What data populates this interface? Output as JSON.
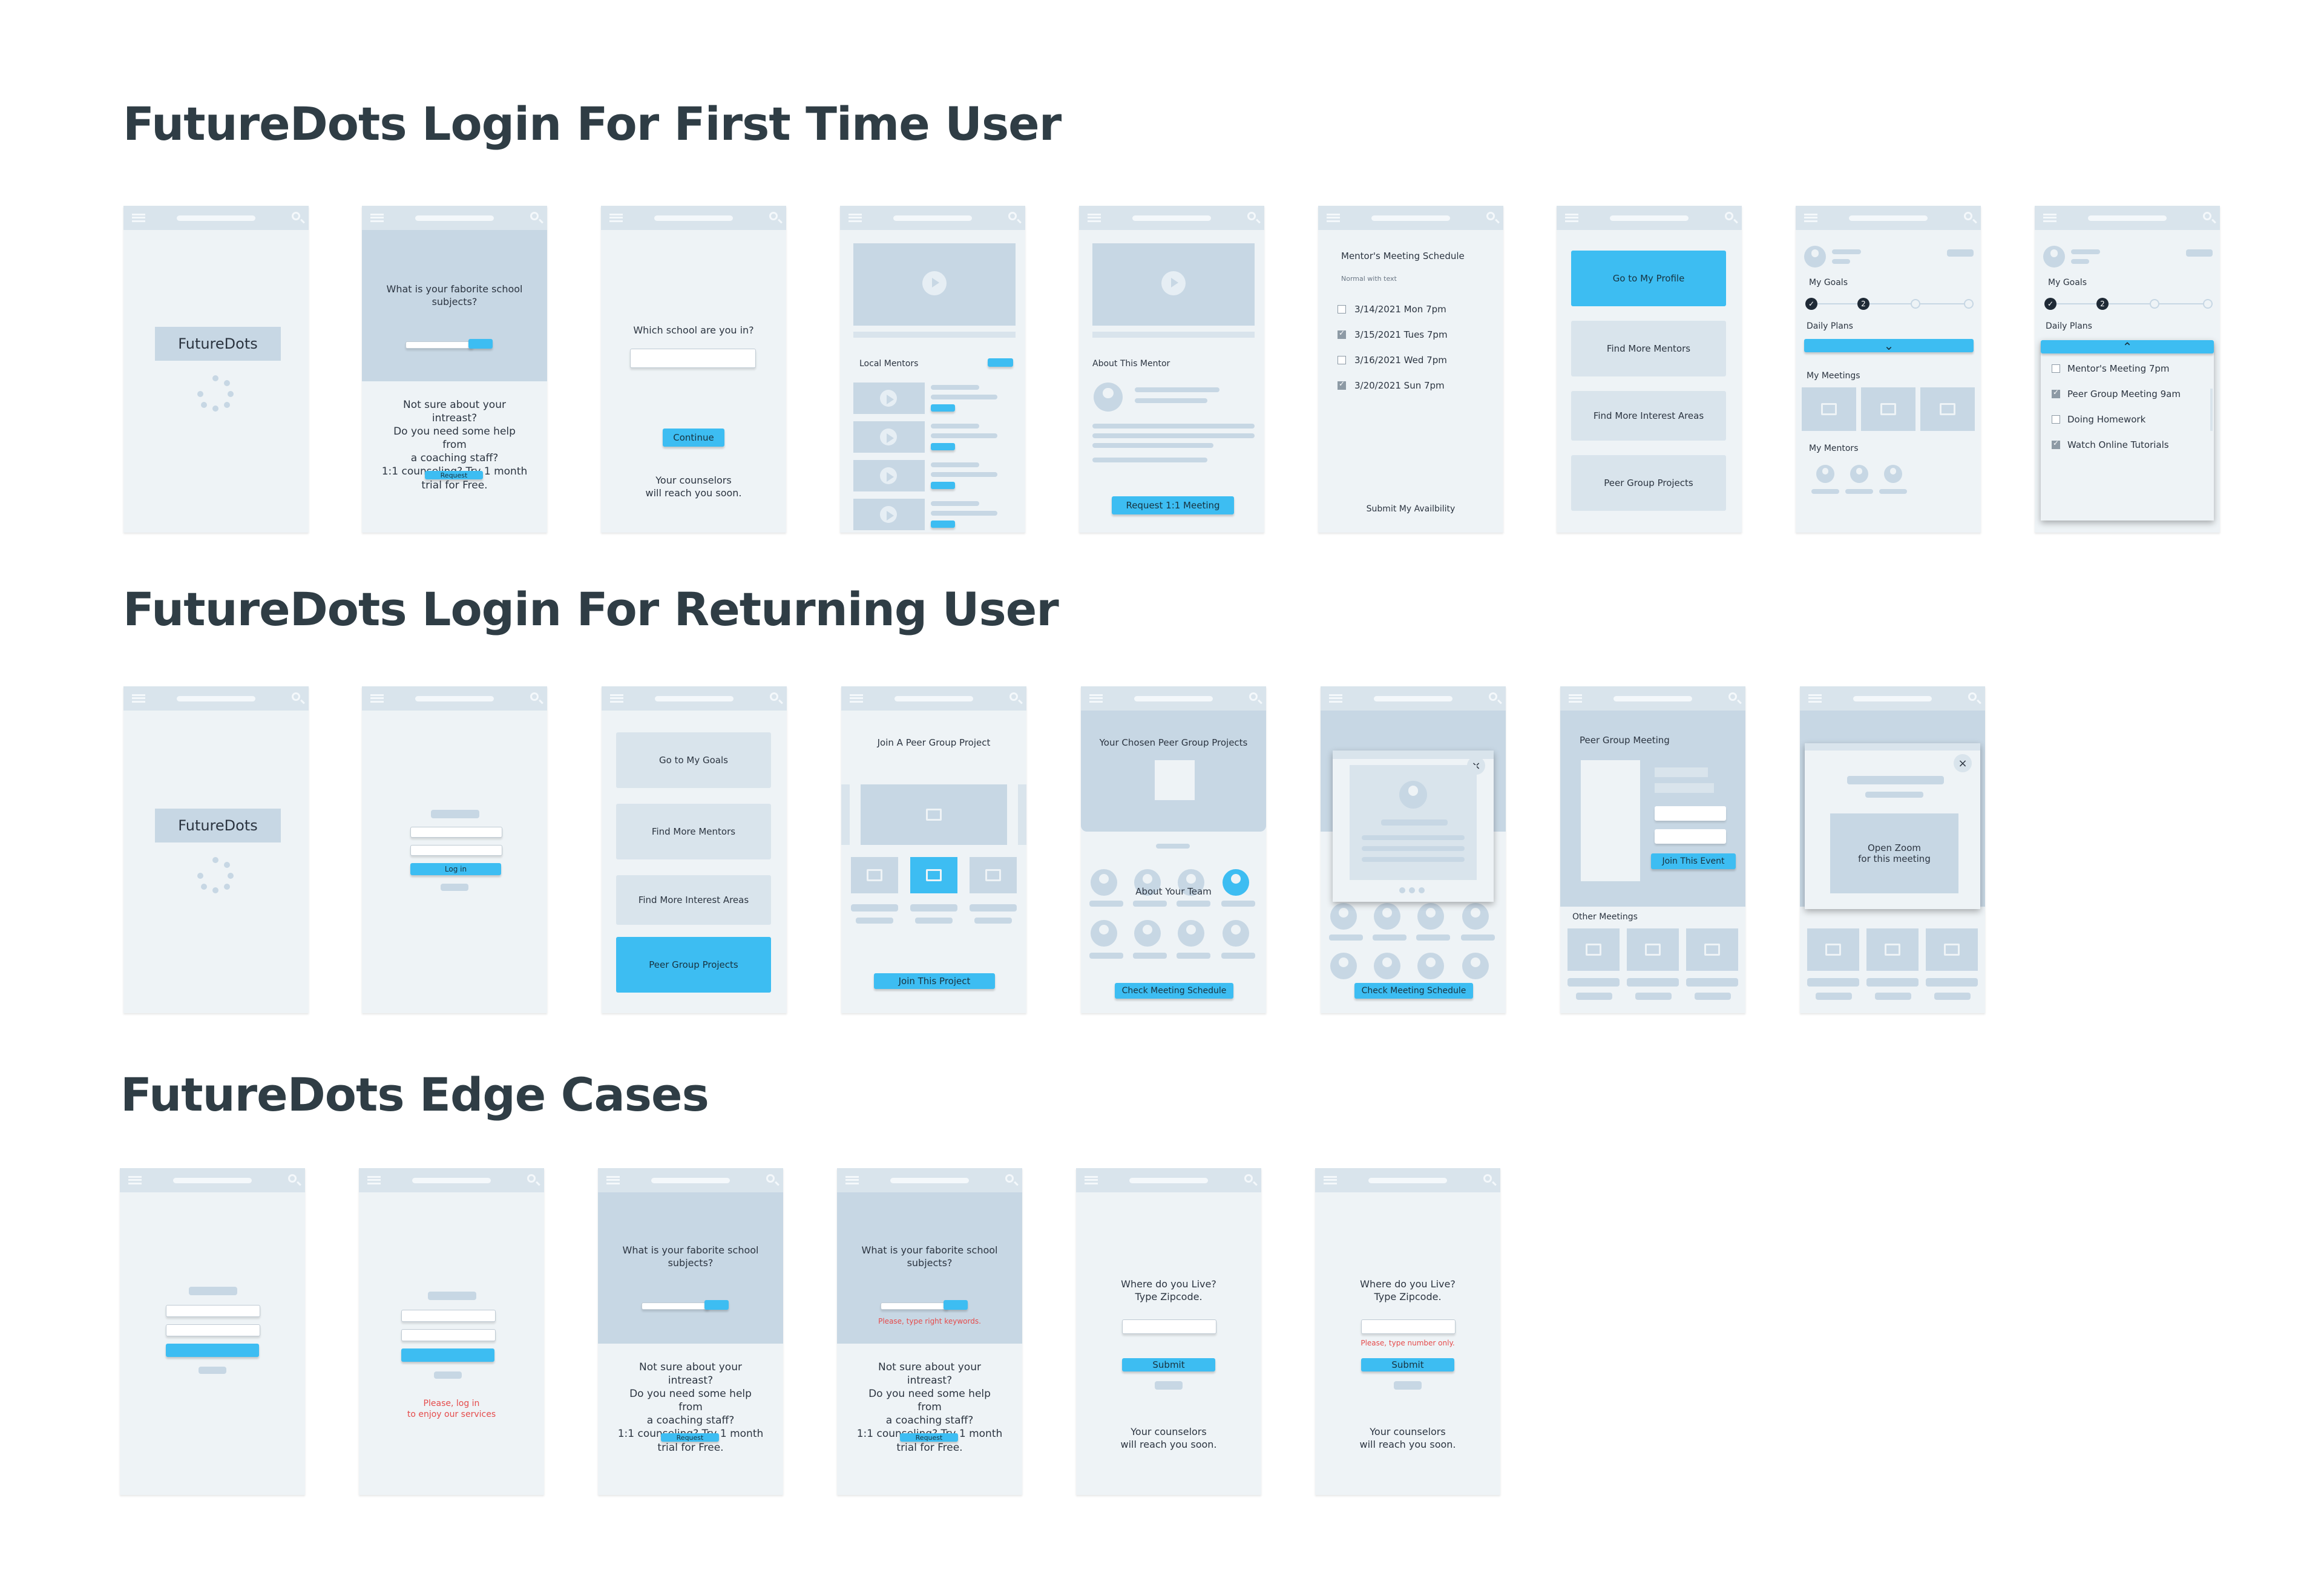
{
  "sections": [
    {
      "title": "FutureDots Login For First Time User"
    },
    {
      "title": "FutureDots Login For Returning User"
    },
    {
      "title": "FutureDots Edge Cases"
    }
  ],
  "texts": {
    "logo": "FutureDots",
    "fav_subjects": "What is your faborite school\nsubjects?",
    "not_sure_overlap": "Not sure about your intreast?\nDo you need some help from\na coaching staff?\n1:1 counseling?  Try 1 month\ntrial for Free.",
    "search_small": "search",
    "request": "Request",
    "which_school": "Which school are you in?",
    "continue": "Continue",
    "counselors": "Your counselors\nwill reach you soon.",
    "local_mentors": "Local Mentors",
    "about_mentor": "About This Mentor",
    "request_meeting": "Request 1:1 Meeting",
    "schedule_title": "Mentor's Meeting Schedule",
    "schedule_sub": "Normal with text",
    "schedule_dates": [
      "3/14/2021 Mon 7pm",
      "3/15/2021 Tues 7pm",
      "3/16/2021 Wed 7pm",
      "3/20/2021 Sun 7pm"
    ],
    "submit_avail": "Submit My Availbility",
    "go_profile": "Go to My Profile",
    "find_mentors": "Find More Mentors",
    "find_interest": "Find More Interest Areas",
    "peer_projects": "Peer Group Projects",
    "my_goals": "My Goals",
    "daily_plans": "Daily Plans",
    "my_meetings": "My Meetings",
    "my_mentors": "My Mentors",
    "step_done": "✓",
    "step_cur": "2",
    "plans": [
      "Mentor's Meeting 7pm",
      "Peer Group Meeting 9am",
      "Doing Homework",
      "Watch Online Tutorials"
    ],
    "log_in": "Log in",
    "go_goals": "Go to My Goals",
    "join_peer": "Join A Peer Group Project",
    "join_project": "Join This Project",
    "chosen_projects": "Your Chosen Peer Group Projects",
    "about_team": "About Your Team",
    "check_schedule": "Check Meeting Schedule",
    "peer_meeting": "Peer Group Meeting",
    "join_event": "Join This Event",
    "other_meetings": "Other Meetings",
    "open_zoom": "Open Zoom\nfor this meeting",
    "please_login": "Please, log in\nto enjoy our services",
    "right_keywords": "Please, type right keywords.",
    "where_live": "Where do you Live?\nType Zipcode.",
    "submit": "Submit",
    "type_number": "Please, type number only.",
    "close": "×",
    "chevron_down": "⌄",
    "chevron_up": "⌃"
  },
  "colors": {
    "accent": "#3dbdf2",
    "frame": "#eef3f6",
    "placeholder": "#c7d7e4",
    "error": "#e54b4b",
    "title": "#2f3d45"
  }
}
